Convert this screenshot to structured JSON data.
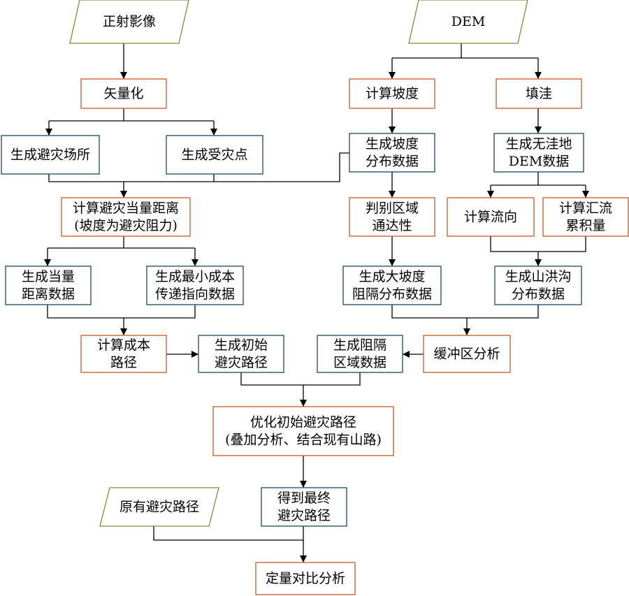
{
  "colors": {
    "orange": "#c8663a",
    "teal": "#2e5668",
    "olive": "#7a8d3c",
    "text": "#000000",
    "line": "#000000"
  },
  "nodes": {
    "input_ortho": [
      "正射影像"
    ],
    "input_dem": [
      "DEM"
    ],
    "vectorize": [
      "矢量化"
    ],
    "calc_slope": [
      "计算坡度"
    ],
    "fill_sinks": [
      "填洼"
    ],
    "gen_shelter": [
      "生成避灾场所"
    ],
    "gen_affected_points": [
      "生成受灾点"
    ],
    "gen_slope_distribution": [
      "生成坡度",
      "分布数据"
    ],
    "gen_filled_dem": [
      "生成无洼地",
      "DEM数据"
    ],
    "calc_equivalent_distance": [
      "计算避灾当量距离",
      "(坡度为避灾阻力)"
    ],
    "judge_accessibility": [
      "判别区域",
      "通达性"
    ],
    "calc_flow_direction": [
      "计算流向"
    ],
    "calc_flow_accumulation": [
      "计算汇流",
      "累积量"
    ],
    "gen_equivalent_distance_data": [
      "生成当量",
      "距离数据"
    ],
    "gen_min_cost_direction_data": [
      "生成最小成本",
      "传递指向数据"
    ],
    "gen_steep_slope_barrier": [
      "生成大坡度",
      "阻隔分布数据"
    ],
    "gen_flash_flood_gully": [
      "生成山洪沟",
      "分布数据"
    ],
    "calc_cost_path": [
      "计算成本",
      "路径"
    ],
    "gen_initial_route": [
      "生成初始",
      "避灾路径"
    ],
    "gen_barrier_region": [
      "生成阻隔",
      "区域数据"
    ],
    "buffer_analysis": [
      "缓冲区分析"
    ],
    "optimize_route": [
      "优化初始避灾路径",
      "(叠加分析、结合现有山路)"
    ],
    "original_route": [
      "原有避灾路径"
    ],
    "final_route": [
      "得到最终",
      "避灾路径"
    ],
    "quantitative_comparison": [
      "定量对比分析"
    ]
  }
}
